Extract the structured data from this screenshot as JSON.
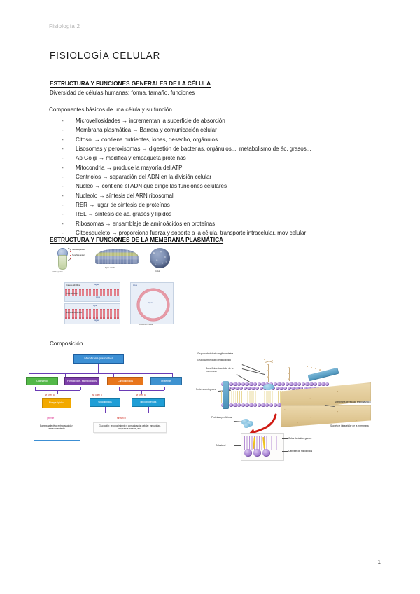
{
  "document": {
    "header": "Fisiología 2",
    "title": "FISIOLOGÍA CELULAR",
    "page_number": "1"
  },
  "section1": {
    "heading": "ESTRUCTURA Y FUNCIONES GENERALES DE LA CÉLULA",
    "subtitle": "Diversidad de células humanas: forma, tamaño, funciones",
    "list_intro": "Componentes básicos de una célula y su función",
    "items": [
      "Microvellosidades → incrementan la superficie de absorción",
      "Membrana plasmática → Barrera y comunicación celular",
      "Citosol → contiene nutrientes, iones, desecho, orgánulos",
      "Lisosomas y peroxisomas → digestión de bacterias, orgánulos...; metabolismo de ác. grasos...",
      "Ap Golgi → modifica y empaqueta proteínas",
      "Mitocondria → produce la mayoría del ATP",
      "Centriolos → separación del ADN en la división celular",
      "Núcleo → contiene el ADN que dirige las funciones celulares",
      "Nucleolo → síntesis del ARN ribosomal",
      "RER → lugar de síntesis de proteínas",
      "REL → síntesis de ac. grasos y lípidos",
      "Ribosomas → ensamblaje de aminoácidos en proteínas",
      "Citoesqueleto → proporciona fuerza y soporte a la célula, transporte intracelular, mov celular"
    ]
  },
  "section2": {
    "heading": "ESTRUCTURA Y FUNCIONES DE LA MEMBRANA PLASMÁTICA",
    "subheading": "Composición"
  },
  "figures": {
    "cell_epithelium": {
      "cell_label": "Célula epitelial",
      "brace_top": "Células epiteliales",
      "brace_bottom": "Superficie apical",
      "epithelium_caption": "Tejido epitelial",
      "sphere_caption": "Célula"
    },
    "bilayer": {
      "panel1_title": "Agua",
      "panel1_label_a": "Cabeza hidrofílica",
      "panel1_label_b": "Cola hidrofóbica",
      "panel1_bottom": "Agua",
      "panel2_title": "Agua",
      "panel2_label": "Bicapa de fosfolípidos",
      "panel2_bottom": "Agua",
      "vesicle_title": "Agua",
      "vesicle_center": "Agua",
      "vesicle_caption": "Liposoma / micela"
    }
  },
  "flowchart": {
    "root": "Membrana plasmática",
    "components": [
      {
        "label": "Colesterol",
        "color": "#53b848"
      },
      {
        "label": "Fosfolípidos, esfingolípidos",
        "color": "#7c3fa8"
      },
      {
        "label": "Carbohidratos",
        "color": "#e8761b"
      },
      {
        "label": "proteínas",
        "color": "#3e92d0"
      }
    ],
    "level2": [
      {
        "tag": "se unen a",
        "label": "Bicapa lipídica",
        "color": "#f2a900"
      },
      {
        "tag": "se unen a",
        "label": "Glucolípidos",
        "color": "#1f9ed6"
      },
      {
        "tag": "se unen a",
        "label": "glucoproteínas",
        "color": "#1f9ed6"
      }
    ],
    "level3_tags": [
      "permite",
      "forman el"
    ],
    "notes": [
      "Barrera selectiva: entrada/salida y almacenamiento",
      "Glucocálix: reconocimiento y comunicación celular, inmunidad, respuesta inmune, etc."
    ]
  },
  "membrane_diagram": {
    "labels": [
      "Grupo carbohidrato de glicoproteína",
      "Grupo carbohidrato de glucolípido",
      "Superficie extracelular de la membrana",
      "Proteínas integrales",
      "Proteínas periféricas",
      "Membrana de retículo endoplásmico",
      "Superficie intracelular de la membrana",
      "Colesterol",
      "Colas de ácidos grasos",
      "Cabezas de fosfolípidos"
    ]
  }
}
